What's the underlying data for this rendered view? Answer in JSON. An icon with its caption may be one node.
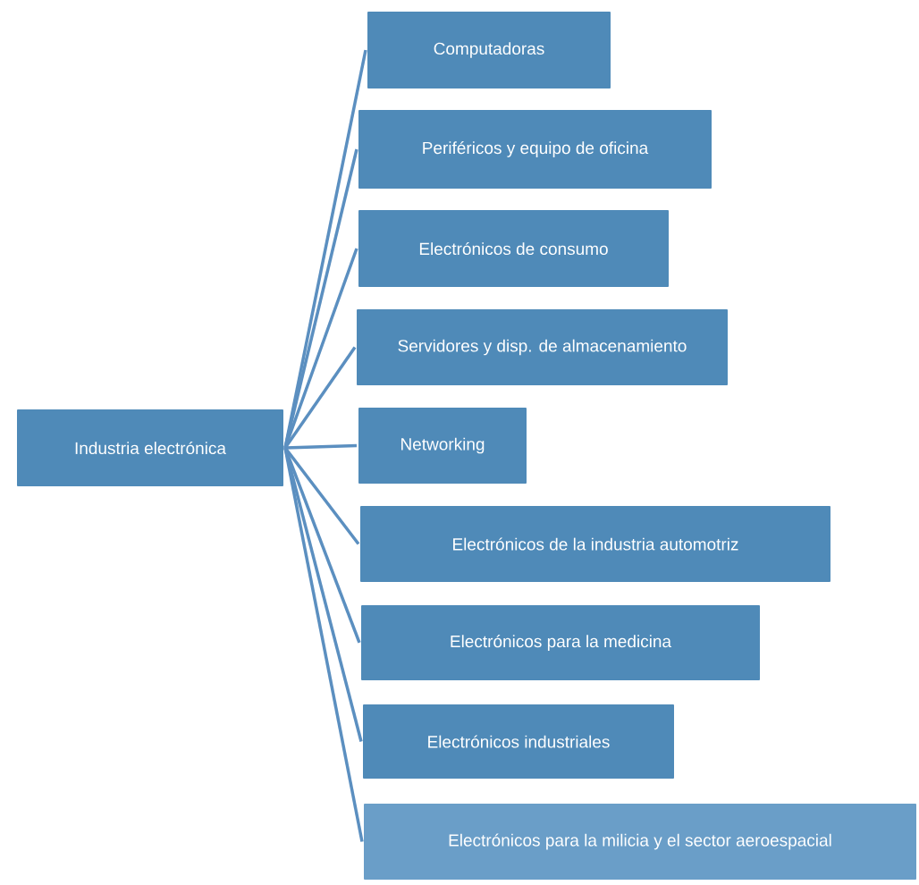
{
  "diagram": {
    "nodes": [
      {
        "text": [
          "Industria electrónica"
        ]
      },
      {
        "text": [
          "Computadoras"
        ]
      },
      {
        "text": [
          "Periféricos y equipo de oficina"
        ]
      },
      {
        "text": [
          "Electrónicos de consumo"
        ]
      },
      {
        "text": [
          "Servidores y disp. de almacenamiento"
        ]
      },
      {
        "text": [
          "Networking"
        ]
      },
      {
        "text": [
          "Electrónicos de la industria automotriz"
        ]
      },
      {
        "text": [
          "Electrónicos para la medicina"
        ]
      },
      {
        "text": [
          "Electrónicos industriales"
        ]
      },
      {
        "text": [
          "Electrónicos para la milicia y el sector aeroespacial"
        ]
      }
    ],
    "edges": [
      {
        "from": 0,
        "to": 1,
        "arrow": "none"
      },
      {
        "from": 0,
        "to": 2,
        "arrow": "none"
      },
      {
        "from": 0,
        "to": 3,
        "arrow": "none"
      },
      {
        "from": 0,
        "to": 4,
        "arrow": "none"
      },
      {
        "from": 0,
        "to": 5,
        "arrow": "none"
      },
      {
        "from": 0,
        "to": 6,
        "arrow": "none"
      },
      {
        "from": 0,
        "to": 7,
        "arrow": "none"
      },
      {
        "from": 0,
        "to": 8,
        "arrow": "none"
      },
      {
        "from": 0,
        "to": 9,
        "arrow": "none"
      }
    ]
  }
}
